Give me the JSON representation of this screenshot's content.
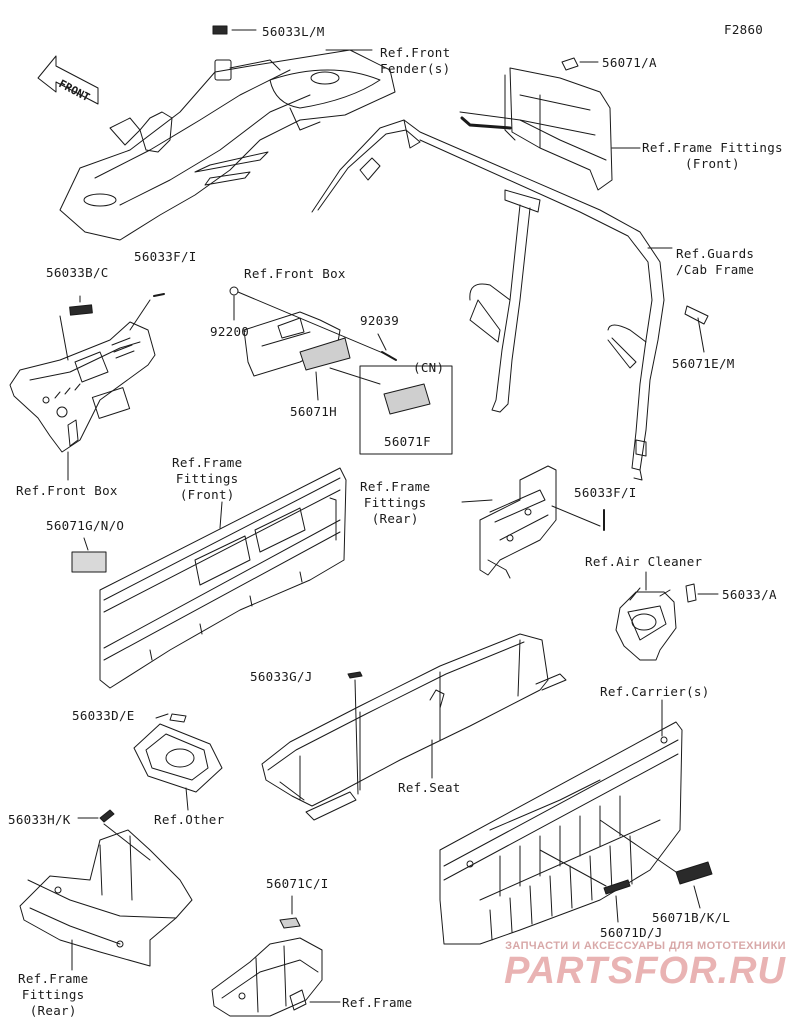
{
  "diagram_code": "F2860",
  "front_arrow": "FRONT",
  "labels": {
    "l_56033lm": "56033L/M",
    "ref_front_fender": "Ref.Front\nFender(s)",
    "l_56071a": "56071/A",
    "ref_frame_fittings_front_top": "Ref.Frame Fittings\n(Front)",
    "ref_guards_cab_frame": "Ref.Guards\n/Cab Frame",
    "l_56033bc": "56033B/C",
    "l_56033fi_top": "56033F/I",
    "ref_front_box_top": "Ref.Front Box",
    "l_92200": "92200",
    "l_92039": "92039",
    "l_cn": "(CN)",
    "l_56071h": "56071H",
    "l_56071f": "56071F",
    "l_56071em": "56071E/M",
    "ref_front_box_bottom": "Ref.Front Box",
    "ref_frame_fittings_front_mid": "Ref.Frame\nFittings\n(Front)",
    "ref_frame_fittings_rear_mid": "Ref.Frame\nFittings\n(Rear)",
    "l_56033fi_mid": "56033F/I",
    "l_56071gno": "56071G/N/O",
    "ref_air_cleaner": "Ref.Air Cleaner",
    "l_56033a": "56033/A",
    "l_56033gj": "56033G/J",
    "l_56033de": "56033D/E",
    "ref_carriers": "Ref.Carrier(s)",
    "ref_seat": "Ref.Seat",
    "ref_other": "Ref.Other",
    "l_56033hk": "56033H/K",
    "l_56071ci": "56071C/I",
    "l_56071dj": "56071D/J",
    "l_56071bkl": "56071B/K/L",
    "ref_frame_fittings_rear_bottom": "Ref.Frame\nFittings\n(Rear)",
    "ref_frame": "Ref.Frame"
  },
  "watermark": {
    "line1": "ЗАПЧАСТИ И АКСЕССУАРЫ ДЛЯ МОТОТЕХНИКИ",
    "line2": "PARTSFOR.RU"
  },
  "colors": {
    "line": "#1a1a1a",
    "fill_dark": "#2a2a2a",
    "watermark": "#e9b3b3"
  }
}
